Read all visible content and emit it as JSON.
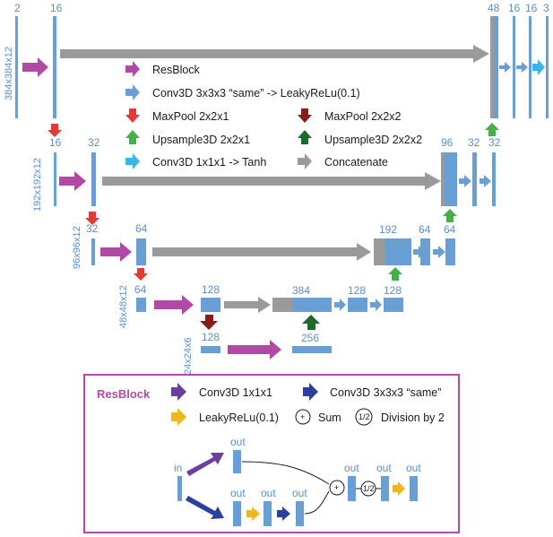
{
  "colors": {
    "feature_map": "#6a9fd6",
    "resblock_arrow": "#b04aa6",
    "conv_arrow": "#6a9fd6",
    "maxpool_221": "#e53935",
    "maxpool_222": "#8b1a1a",
    "upsample_221": "#43b04a",
    "upsample_222": "#1b6b2a",
    "conv111_tanh": "#3cb4e6",
    "concatenate": "#9a9a9a",
    "rb_conv111": "#6a3fa0",
    "rb_conv333": "#2b3f9e",
    "rb_leaky": "#f2b51a",
    "rb_border": "#b04aa6"
  },
  "channels": {
    "l1_in": "2",
    "l1_a": "16",
    "l1_out": [
      "48",
      "16",
      "16",
      "3"
    ],
    "l2_in": "16",
    "l2_a": "32",
    "l2_out": [
      "96",
      "32",
      "32"
    ],
    "l3_in": "32",
    "l3_a": "64",
    "l3_out": [
      "192",
      "64",
      "64"
    ],
    "l4_in": "64",
    "l4_a": "128",
    "l4_out": [
      "384",
      "128",
      "128"
    ],
    "l5_in": "128",
    "l5_out": "256"
  },
  "dims": {
    "l1": "384x384x12",
    "l2": "192x192x12",
    "l3": "96x96x12",
    "l4": "48x48x12",
    "l5": "24x24x6"
  },
  "legend": {
    "resblock": "ResBlock",
    "conv333": "Conv3D 3x3x3 “same” -> LeakyReLu(0.1)",
    "maxpool_221": "MaxPool 2x2x1",
    "maxpool_222": "MaxPool 2x2x2",
    "upsample_221": "Upsample3D 2x2x1",
    "upsample_222": "Upsample3D 2x2x2",
    "conv111_tanh": "Conv3D 1x1x1 -> Tanh",
    "concatenate": "Concatenate"
  },
  "resblock_panel": {
    "title": "ResBlock",
    "conv111": "Conv3D 1x1x1",
    "conv333": "Conv3D 3x3x3 “same”",
    "leaky": "LeakyReLu(0.1)",
    "sum_symbol": "+",
    "sum": "Sum",
    "half_symbol": "1/2",
    "division": "Division by 2",
    "in": "in",
    "out": "out"
  }
}
